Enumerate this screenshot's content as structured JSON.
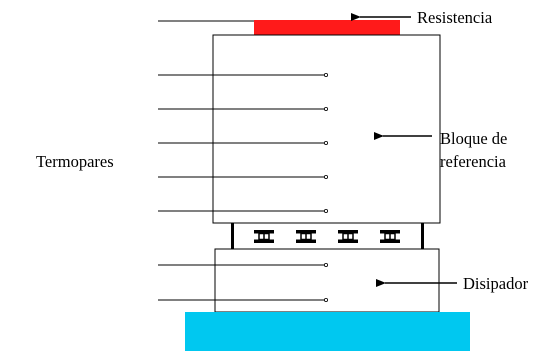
{
  "labels": {
    "heater": "Resistencia",
    "thermocouples": "Termopares",
    "reference_block_line1": "Bloque de",
    "reference_block_line2": "referencia",
    "heat_sink": "Disipador"
  },
  "colors": {
    "heater": "#ff1a1a",
    "heat_sink": "#00c8f0",
    "outline": "#000000",
    "spacer_fill": "#ffffff"
  },
  "counts": {
    "reference_block_thermocouples": 5,
    "heat_sink_thermocouples": 2,
    "spacer_elements": 4
  }
}
